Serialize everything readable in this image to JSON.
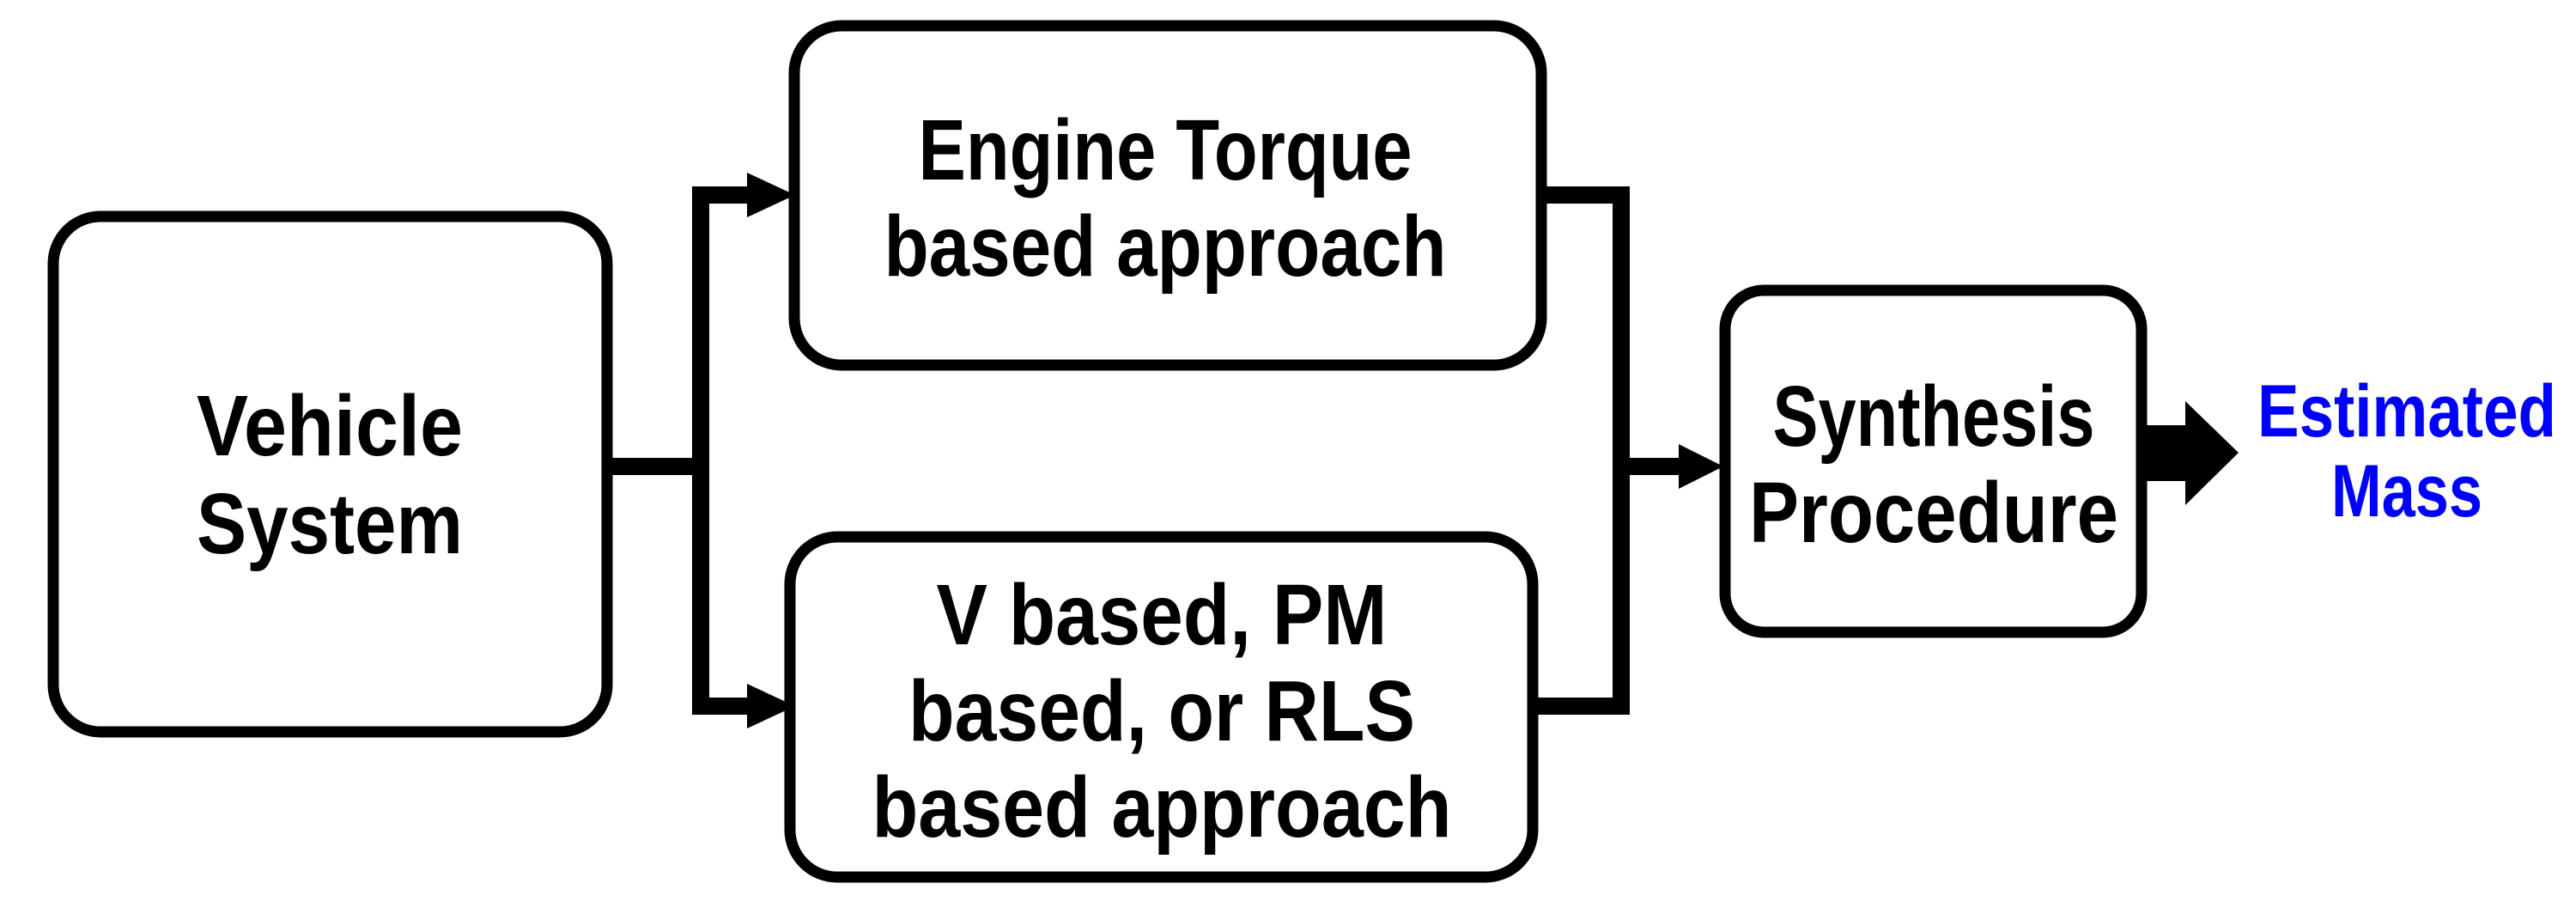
{
  "figure": {
    "background_color": "#ffffff",
    "line_color": "#000000",
    "box_fill": "#ffffff",
    "boxes": {
      "vehicle_system": {
        "lines": [
          "Vehicle",
          "System"
        ]
      },
      "engine_torque": {
        "lines": [
          "Engine Torque",
          "based approach"
        ]
      },
      "v_pm_rls": {
        "lines": [
          "V based, PM",
          "based, or RLS",
          "based approach"
        ]
      },
      "synthesis": {
        "lines": [
          "Synthesis",
          "Procedure"
        ]
      }
    },
    "output_label": {
      "color": "#0000ff",
      "lines": [
        "Estimated",
        "Mass"
      ]
    }
  }
}
